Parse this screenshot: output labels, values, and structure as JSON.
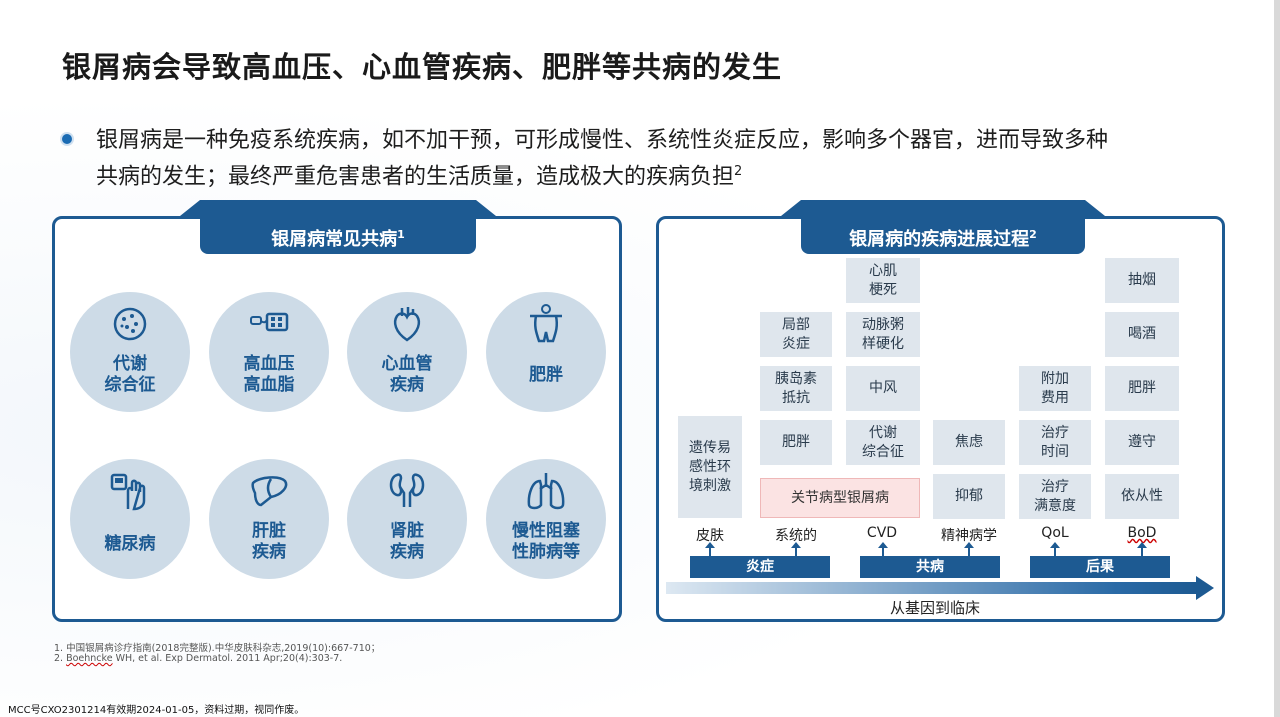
{
  "title": "银屑病会导致高血压、心血管疾病、肥胖等共病的发生",
  "bullet": {
    "line1": "银屑病是一种免疫系统疾病，如不加干预，可形成慢性、系统性炎症反应，影响多个器官，进而导致多种",
    "line2": "共病的发生；最终严重危害患者的生活质量，造成极大的疾病负担",
    "sup": "2"
  },
  "left_panel": {
    "header": "银屑病常见共病",
    "header_sup": "1",
    "diseases": [
      {
        "l1": "代谢",
        "l2": "综合征",
        "icon": "cell-icon"
      },
      {
        "l1": "高血压",
        "l2": "高血脂",
        "icon": "blood-pressure-monitor-icon"
      },
      {
        "l1": "心血管",
        "l2": "疾病",
        "icon": "heart-icon"
      },
      {
        "l1": "肥胖",
        "l2": "",
        "icon": "body-icon"
      },
      {
        "l1": "糖尿病",
        "l2": "",
        "icon": "glucose-meter-icon"
      },
      {
        "l1": "肝脏",
        "l2": "疾病",
        "icon": "liver-icon"
      },
      {
        "l1": "肾脏",
        "l2": "疾病",
        "icon": "kidney-icon"
      },
      {
        "l1": "慢性阻塞",
        "l2": "性肺病等",
        "icon": "lungs-icon"
      }
    ]
  },
  "right_panel": {
    "header": "银屑病的疾病进展过程",
    "header_sup": "2",
    "col1": {
      "l1": "遗传易",
      "l2": "感性环",
      "l3": "境刺激"
    },
    "col2": [
      {
        "l1": "局部",
        "l2": "炎症"
      },
      {
        "l1": "胰岛素",
        "l2": "抵抗"
      },
      {
        "l1": "肥胖",
        "l2": ""
      }
    ],
    "col3": [
      {
        "l1": "心肌",
        "l2": "梗死"
      },
      {
        "l1": "动脉粥",
        "l2": "样硬化"
      },
      {
        "l1": "中风",
        "l2": ""
      },
      {
        "l1": "代谢",
        "l2": "综合征"
      }
    ],
    "col4": [
      {
        "l1": "焦虑",
        "l2": ""
      },
      {
        "l1": "抑郁",
        "l2": ""
      }
    ],
    "col5": [
      {
        "l1": "附加",
        "l2": "费用"
      },
      {
        "l1": "治疗",
        "l2": "时间"
      },
      {
        "l1": "治疗",
        "l2": "满意度"
      }
    ],
    "col6": [
      {
        "l1": "抽烟",
        "l2": ""
      },
      {
        "l1": "喝酒",
        "l2": ""
      },
      {
        "l1": "肥胖",
        "l2": ""
      },
      {
        "l1": "遵守",
        "l2": ""
      },
      {
        "l1": "依从性",
        "l2": ""
      }
    ],
    "pink_box": "关节病型银屑病",
    "categories": [
      "皮肤",
      "系统的",
      "CVD",
      "精神病学",
      "QoL",
      "BoD"
    ],
    "stages": [
      "炎症",
      "共病",
      "后果"
    ],
    "arrow_caption": "从基因到临床"
  },
  "footnotes": {
    "f1": "1. 中国银屑病诊疗指南(2018完整版).中华皮肤科杂志,2019(10):667-710；",
    "f2_pre": "2. ",
    "f2_author": "Boehncke",
    "f2_rest": " WH, et al. Exp Dermatol. 2011 Apr;20(4):303-7."
  },
  "validity": "MCC号CXO2301214有效期2024-01-05，资料过期，视同作废。",
  "colors": {
    "primary": "#1d5a92",
    "circle": "#cddbe7",
    "box": "#dfe6ed",
    "pink": "#fbe3e3"
  }
}
